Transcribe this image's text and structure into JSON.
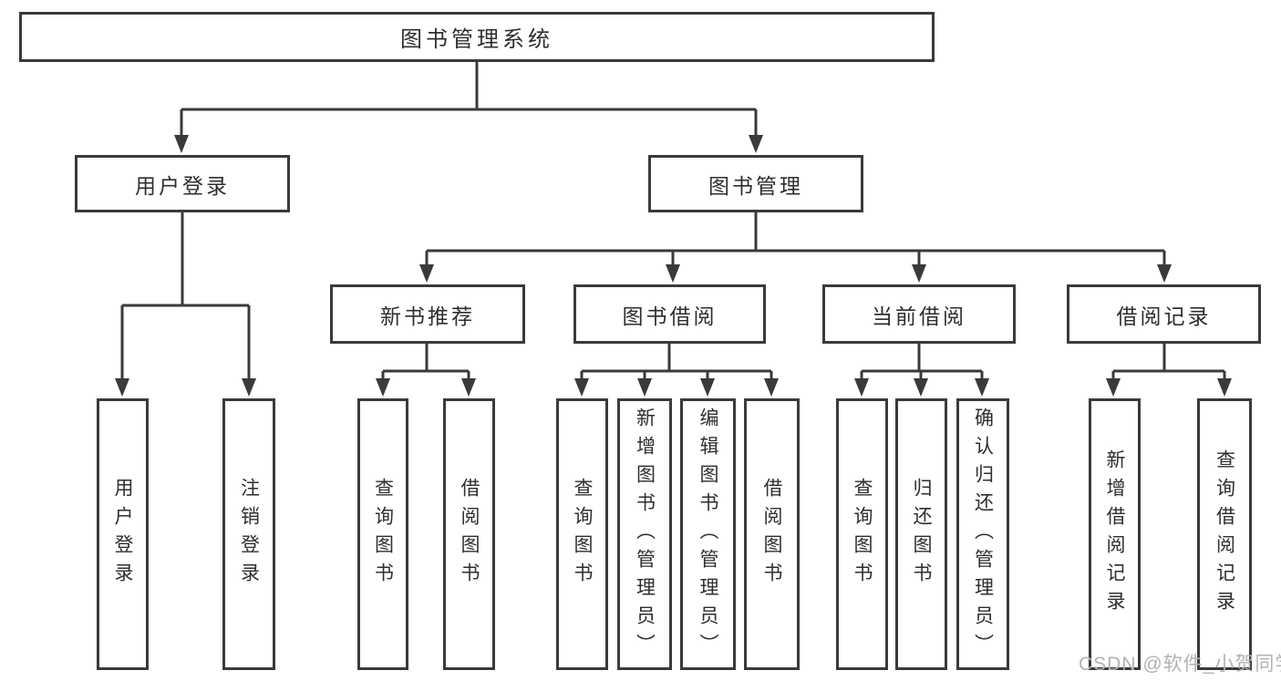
{
  "diagram": {
    "colors": {
      "line": "#3a3a3a",
      "text": "#2e2e2e",
      "box_background": "#ffffff",
      "watermark": "#b2b2b5"
    },
    "watermark": "CSDN @软件_小贺同学",
    "nodes": {
      "root": {
        "label": "图书管理系统"
      },
      "user_login": {
        "label": "用户登录"
      },
      "book_management": {
        "label": "图书管理"
      },
      "new_book_recommend": {
        "label": "新书推荐"
      },
      "book_borrowing": {
        "label": "图书借阅"
      },
      "current_borrowing": {
        "label": "当前借阅"
      },
      "borrowing_records": {
        "label": "借阅记录"
      },
      "ul_user_login": {
        "label": "用户登录"
      },
      "ul_logout": {
        "label": "注销登录"
      },
      "nb_query_books": {
        "label": "查询图书"
      },
      "nb_borrow_books": {
        "label": "借阅图书"
      },
      "bb_query_books": {
        "label": "查询图书"
      },
      "bb_add_books_admin": {
        "label": "新增图书（管理员）"
      },
      "bb_edit_books_admin": {
        "label": "编辑图书（管理员）"
      },
      "bb_borrow_books": {
        "label": "借阅图书"
      },
      "cb_query_books": {
        "label": "查询图书"
      },
      "cb_return_books": {
        "label": "归还图书"
      },
      "cb_confirm_return_admin": {
        "label": "确认归还（管理员）"
      },
      "br_add_record": {
        "label": "新增借阅记录"
      },
      "br_query_record": {
        "label": "查询借阅记录"
      }
    }
  }
}
